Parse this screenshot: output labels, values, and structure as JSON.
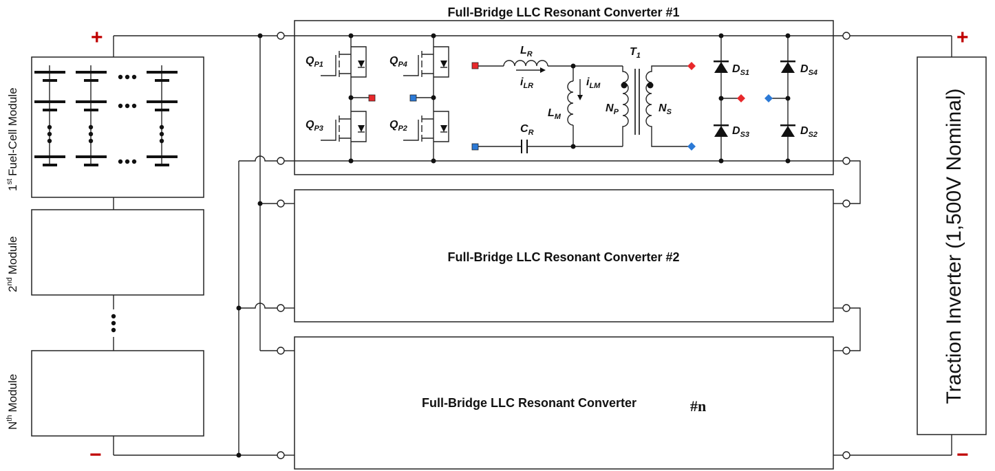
{
  "converters": {
    "c1_title": "Full-Bridge LLC Resonant Converter #1",
    "c2_title": "Full-Bridge LLC Resonant Converter #2",
    "cn_title": "Full-Bridge LLC Resonant Converter",
    "cn_suffix": "#n"
  },
  "modules": {
    "m1_sup": "st",
    "m1_label": "Fuel-Cell Module",
    "m2_sup": "nd",
    "m2_label": "Module",
    "mn_prefix": "N",
    "mn_sup": "th",
    "mn_label": "Module",
    "m1_num": "1",
    "m2_num": "2"
  },
  "inverter": {
    "label": "Traction Inverter (1,500V Nominal)"
  },
  "signs": {
    "plus": "+",
    "minus": "−"
  },
  "components": {
    "qp1": "Q",
    "qp1_sub": "P1",
    "qp4": "Q",
    "qp4_sub": "P4",
    "qp3": "Q",
    "qp3_sub": "P3",
    "qp2": "Q",
    "qp2_sub": "P2",
    "lr": "L",
    "lr_sub": "R",
    "ilr": "i",
    "ilr_sub": "LR",
    "ilm": "i",
    "ilm_sub": "LM",
    "lm": "L",
    "lm_sub": "M",
    "cr": "C",
    "cr_sub": "R",
    "t1": "T",
    "t1_sub": "1",
    "np": "N",
    "np_sub": "P",
    "ns": "N",
    "ns_sub": "S",
    "ds1": "D",
    "ds1_sub": "S1",
    "ds4": "D",
    "ds4_sub": "S4",
    "ds3": "D",
    "ds3_sub": "S3",
    "ds2": "D",
    "ds2_sub": "S2"
  },
  "colors": {
    "red_node": "#e8282b",
    "blue_node": "#2b79d6",
    "sign": "#c00000"
  }
}
